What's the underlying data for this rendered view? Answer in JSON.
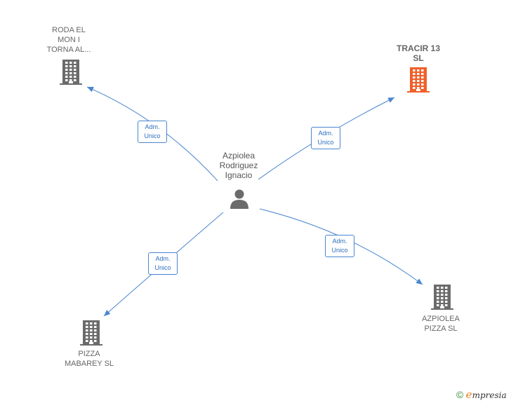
{
  "center": {
    "label_lines": [
      "Azpiolea",
      "Rodriguez",
      "Ignacio"
    ],
    "icon": "person-icon"
  },
  "companies": [
    {
      "id": "roda",
      "label_lines": [
        "RODA EL",
        "MON I",
        "TORNA AL..."
      ],
      "color": "#6b6b6b",
      "icon": "building-icon"
    },
    {
      "id": "tracir",
      "label_lines": [
        "TRACIR 13",
        "SL"
      ],
      "color": "#f0602a",
      "icon": "building-icon"
    },
    {
      "id": "pizza-mabarey",
      "label_lines": [
        "PIZZA",
        "MABAREY  SL"
      ],
      "color": "#6b6b6b",
      "icon": "building-icon"
    },
    {
      "id": "azpiolea-pizza",
      "label_lines": [
        "AZPIOLEA",
        "PIZZA  SL"
      ],
      "color": "#6b6b6b",
      "icon": "building-icon"
    }
  ],
  "relations": [
    {
      "to": "roda",
      "lines": [
        "Adm.",
        "Unico"
      ]
    },
    {
      "to": "tracir",
      "lines": [
        "Adm.",
        "Unico"
      ]
    },
    {
      "to": "pizza-mabarey",
      "lines": [
        "Adm.",
        "Unico"
      ]
    },
    {
      "to": "azpiolea-pizza",
      "lines": [
        "Adm.",
        "Unico"
      ]
    }
  ],
  "colors": {
    "edge": "#4a86d0",
    "accent": "#f0602a",
    "neutral": "#6b6b6b"
  },
  "brand": {
    "copyright": "©",
    "name_initial": "e",
    "name_rest": "mpresia"
  }
}
